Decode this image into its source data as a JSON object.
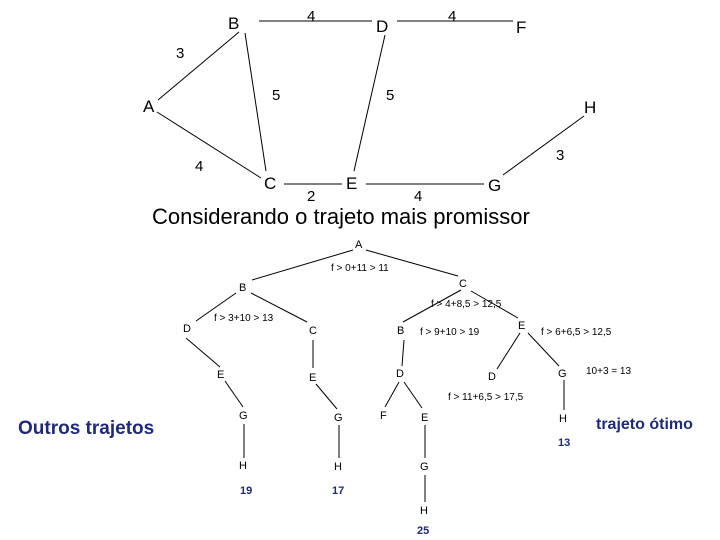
{
  "graph": {
    "nodes": {
      "A": "A",
      "B": "B",
      "C": "C",
      "D": "D",
      "E": "E",
      "F": "F",
      "G": "G",
      "H": "H"
    },
    "weights": {
      "B_D": "4",
      "D_F": "4",
      "A_B": "3",
      "B_C": "5",
      "D_E": "5",
      "A_C": "4",
      "C_E": "2",
      "E_G": "4",
      "G_H": "3"
    }
  },
  "heading": "Considerando o trajeto mais promissor",
  "tree": {
    "nodes": {
      "root_a": "A",
      "l1_b": "B",
      "l1_c": "C",
      "l2_d": "D",
      "l2_c": "C",
      "l2_b": "B",
      "l2_e": "E",
      "l3_e_left": "E",
      "l3_e_mid": "E",
      "l3_d": "D",
      "l3_d_right": "D",
      "l3_g": "G",
      "l4_g_left": "G",
      "l4_g_mid": "G",
      "l4_f": "F",
      "l4_e": "E",
      "l4_h": "H",
      "l5_h_left": "H",
      "l5_h_mid": "H",
      "l5_g": "G",
      "l6_h": "H"
    },
    "annotations": {
      "f_root": "f > 0+11 > 11",
      "f_b": "f > 3+10 > 13",
      "f_c": "f > 4+8,5 > 12,5",
      "f_b2": "f > 9+10 > 19",
      "f_e": "f > 6+6,5 > 12,5",
      "f_g": "10+3 = 13",
      "f_d": "f > 11+6,5 > 17,5"
    },
    "costs": {
      "h_opt": "13",
      "h_left": "19",
      "h_mid": "17",
      "h_deep": "25"
    }
  },
  "side_labels": {
    "outros": "Outros trajetos",
    "otimo": "trajeto ótimo"
  }
}
